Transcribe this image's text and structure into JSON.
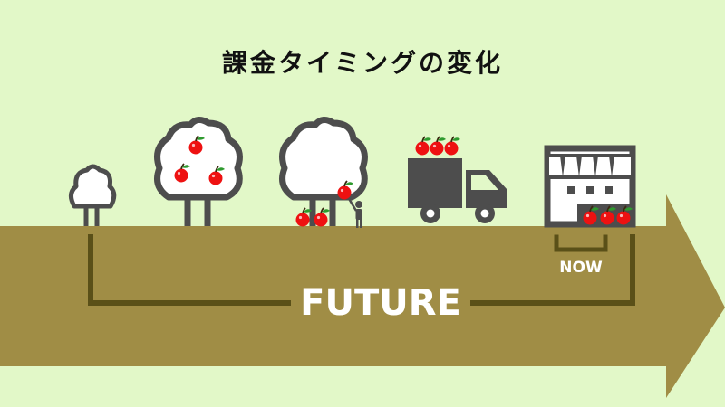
{
  "title": "課金タイミングの変化",
  "labels": {
    "now": "NOW",
    "future": "FUTURE"
  },
  "stages": [
    {
      "name": "sapling",
      "icon": "sapling-icon"
    },
    {
      "name": "fruit-tree",
      "icon": "apple-tree-icon"
    },
    {
      "name": "harvest",
      "icon": "harvest-icon"
    },
    {
      "name": "delivery",
      "icon": "delivery-truck-icon"
    },
    {
      "name": "store",
      "icon": "store-icon"
    }
  ],
  "colors": {
    "background": "#e2f8c8",
    "arrow": "#a08d45",
    "bracket": "#5a5018",
    "icon": "#4d4d4d",
    "apple": "#ee1111",
    "label": "#ffffff"
  }
}
